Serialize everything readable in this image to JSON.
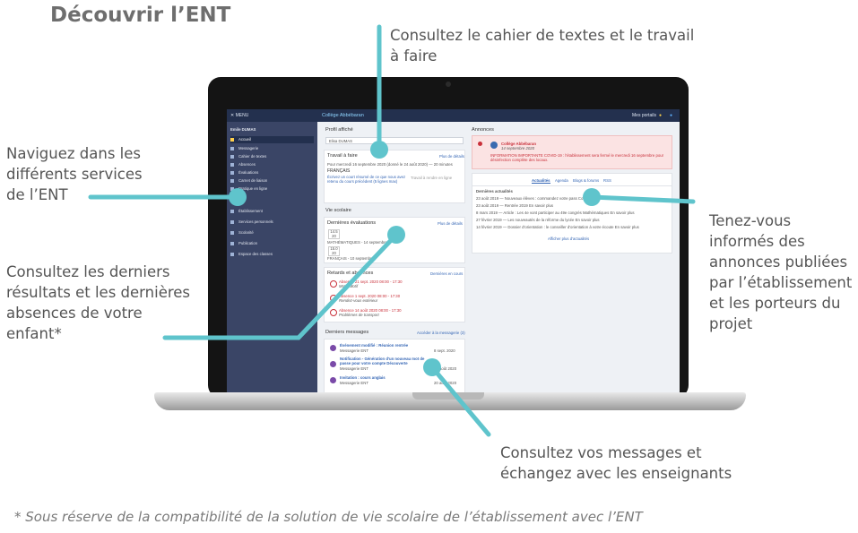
{
  "title": "Découvrir l’ENT",
  "annotations": {
    "cahier": [
      "Consultez le cahier de textes et le travail",
      "à faire"
    ],
    "services": [
      "Naviguez dans les",
      "différents services",
      "de l’ENT"
    ],
    "resultats": [
      "Consultez les derniers",
      "résultats et les dernières",
      "absences de votre",
      "enfant*"
    ],
    "annonces": [
      "Tenez-vous",
      "informés des",
      "annonces publiées",
      "par l’établissement",
      "et les porteurs du",
      "projet"
    ],
    "messages": [
      "Consultez vos messages et",
      "échangez avec les enseignants"
    ]
  },
  "footnote": "* Sous réserve de la compatibilité de la solution de vie scolaire de l’établissement avec l’ENT",
  "screen": {
    "menu_label": "✕ MENU",
    "school": "Collège Abbébaran",
    "portal": "Mes portails",
    "user": "Emile DUMAS",
    "sidebar_items": [
      {
        "label": "Accueil",
        "active": true
      },
      {
        "label": "Messagerie",
        "active": false
      },
      {
        "label": "Cahier de textes",
        "active": false
      },
      {
        "label": "Absences",
        "active": false
      },
      {
        "label": "Évaluations",
        "active": false
      },
      {
        "label": "Carnet de liaison",
        "active": false
      },
      {
        "label": "Pratique en ligne",
        "active": false
      }
    ],
    "sidebar_sections": [
      "Établissement",
      "Services personnels",
      "Scolarité",
      "Publication",
      "Espace des classes"
    ],
    "profile_title": "Profil affiché",
    "profile_value": "Elisa DUMAS",
    "travail_title": "Travail à faire",
    "details_link": "Plus de détails",
    "travail_line": "Pour mercredi 16 septembre 2020 (donné le 24 août 2020) — 20 minutes",
    "travail_subject": "FRANÇAIS",
    "travail_task": "Écrivez un court résumé de ce que nous avez retenu du cours précédent (5 lignes max)",
    "travail_check": "Travail à rendre en ligne",
    "vie_title": "Vie scolaire",
    "evals_title": "Dernières évaluations",
    "eval1_grade": "14.5",
    "eval1_den": "20",
    "eval1_subject": "MATHÉMATIQUES - 14 septembre",
    "eval2_grade": "15.0",
    "eval2_den": "20",
    "eval2_subject": "FRANÇAIS - 10 septembre",
    "retards_title": "Retards et absences",
    "retards_link": "Dernières en cours",
    "absences": [
      {
        "title": "Absence 21 sept. 2020 08:00 - 17:30",
        "reason": "Motif: Motif"
      },
      {
        "title": "Absence 1 sept. 2020 08:00 - 17:30",
        "reason": "Rendez-vous extérieur"
      },
      {
        "title": "Absence 14 août 2020 08:00 - 17:30",
        "reason": "Problèmes de transport"
      }
    ],
    "messages_title": "Derniers messages",
    "messages_link": "Accéder à la messagerie (3)",
    "messages": [
      {
        "title": "Événement modifié : Réunion rentrée",
        "from": "Messagerie ENT",
        "date": "8 sept. 2020"
      },
      {
        "title": "Notification - Génération d'un nouveau mot de passe pour votre compte Découverte",
        "from": "Messagerie ENT",
        "date": "14 août 2020"
      },
      {
        "title": "Invitation : cours anglais",
        "from": "Messagerie ENT",
        "date": "20 août 2020"
      }
    ],
    "annonces_title": "Annonces",
    "alert_org": "Collège Abbébaran",
    "alert_date": "14 septembre 2020",
    "alert_text": "INFORMATION IMPORTANTE COVID-19 : l'établissement sera fermé le mercredi 16 septembre pour désinfection complète des locaux.",
    "news_tabs": [
      "Actualités",
      "Agenda",
      "Blogs & forums",
      "RSS"
    ],
    "news_header": "Dernières actualités",
    "news": [
      "23 août 2019 — Nouveaux élèves : commandez votre pass Collège",
      "23 août 2019 — Rentrée 2019 En savoir plus",
      "8 mars 2019 — Article : Les 4e vont participer au 49e congrès Mathématiques En savoir plus",
      "27 février 2019 — Les nouveautés de la réforme du lycée En savoir plus",
      "14 février 2019 — Dossier d'orientation : le conseiller d'orientation à votre écoute En savoir plus"
    ],
    "news_more": "Afficher plus d'actualités"
  },
  "colors": {
    "accent": "#5fc4cc",
    "sidebar": "#3a4566",
    "topbar": "#23304e",
    "alert_bg": "#fbe3e3",
    "alert_red": "#c9303a"
  }
}
